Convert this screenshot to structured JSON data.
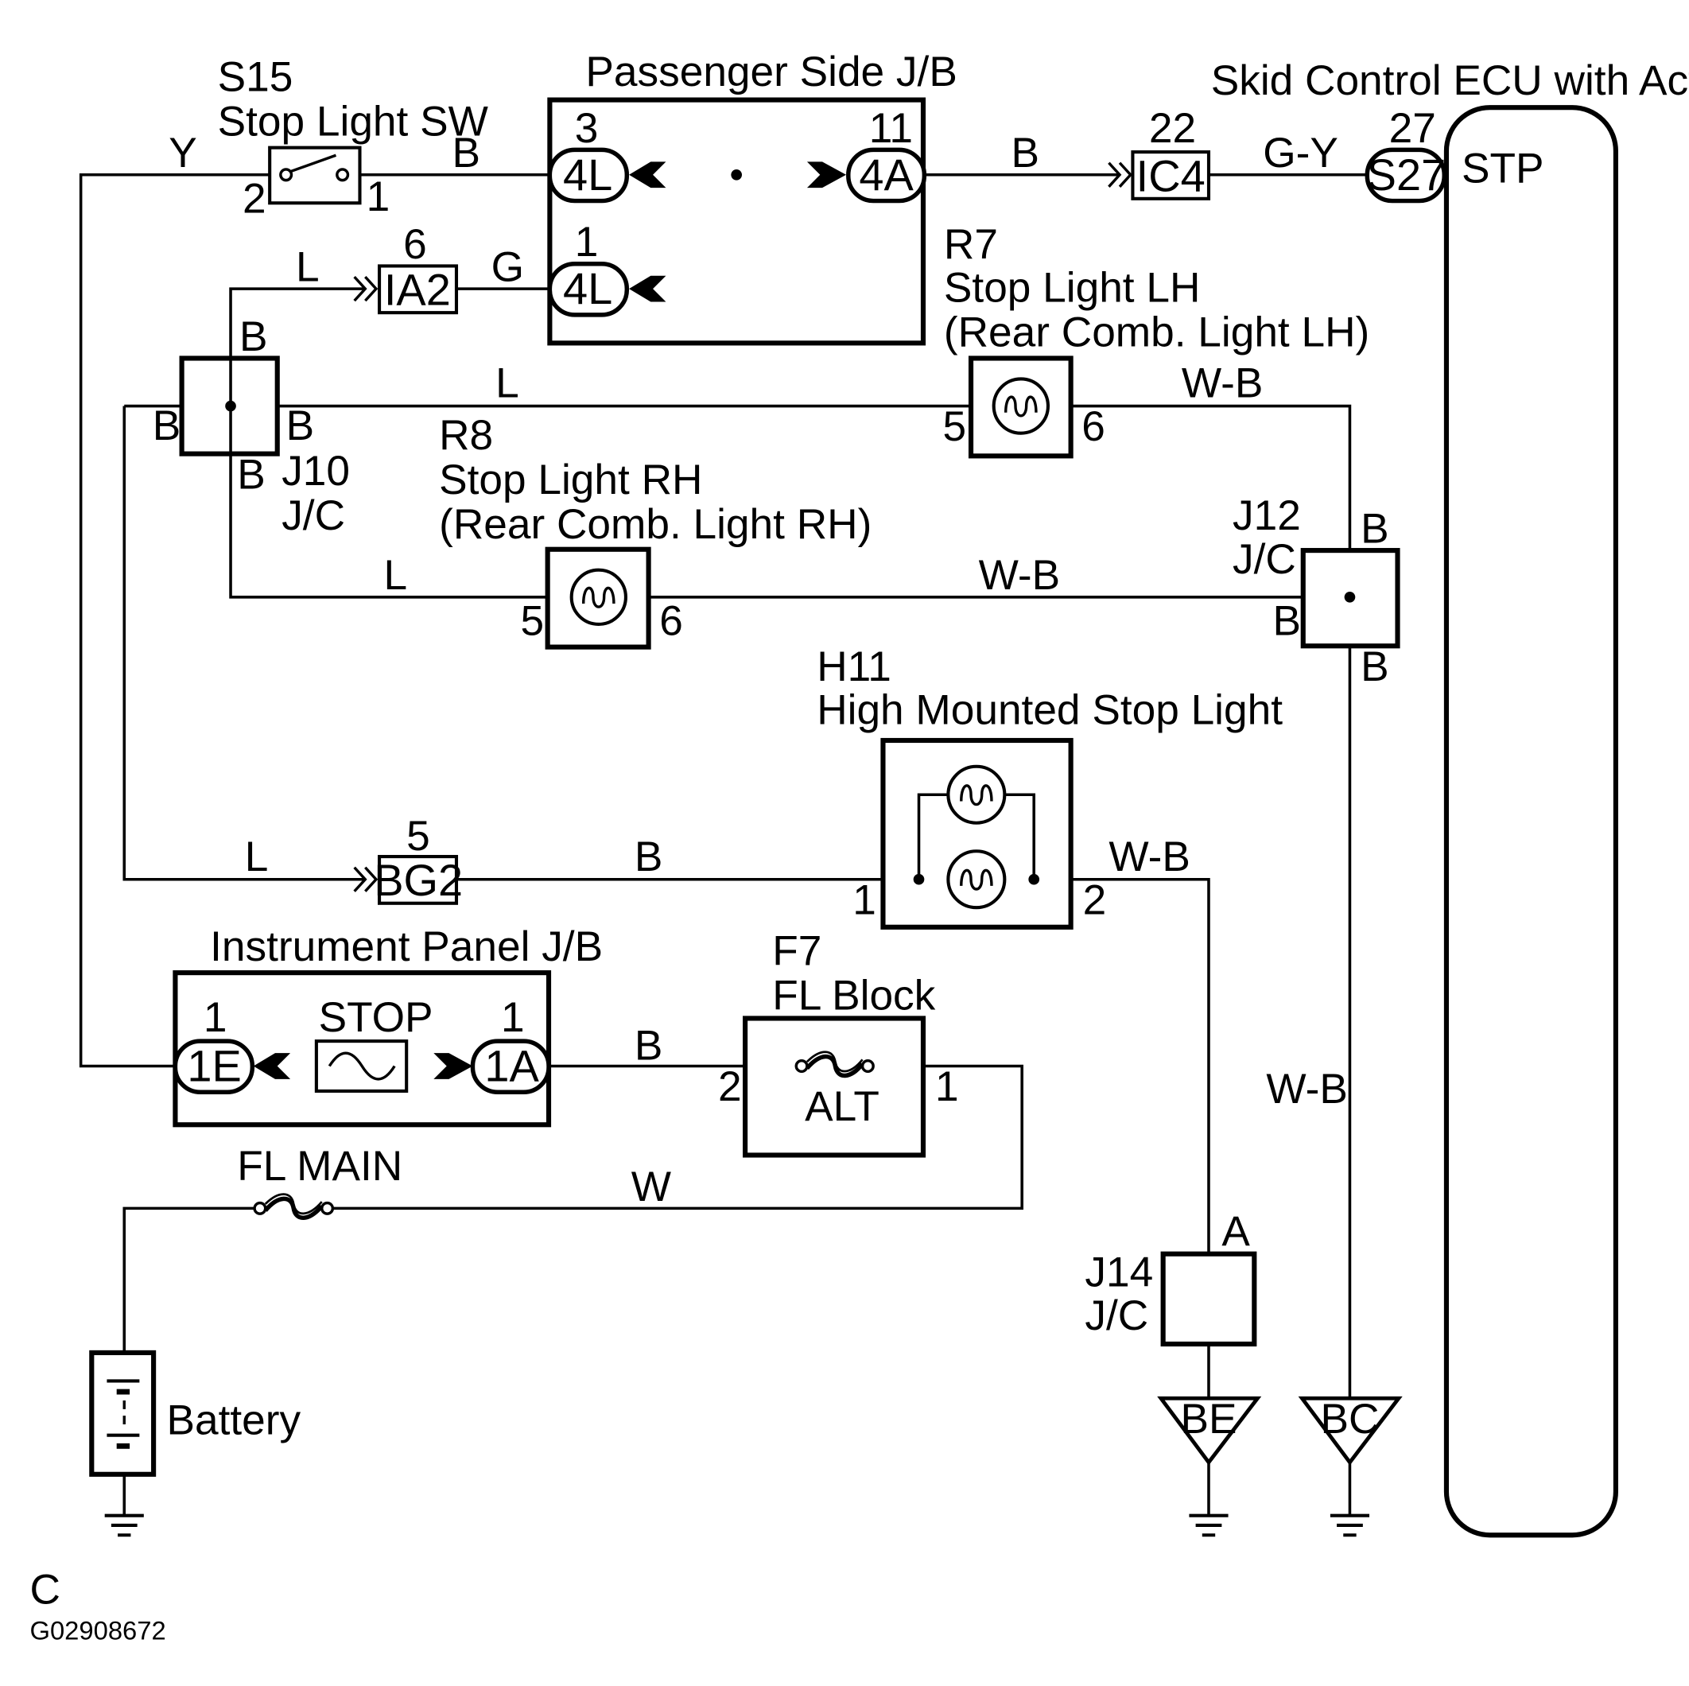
{
  "components": {
    "s15": {
      "code": "S15",
      "name": "Stop Light SW",
      "pin_left": "2",
      "pin_right": "1"
    },
    "passenger_jb": {
      "name": "Passenger Side J/B",
      "conn_top_left": {
        "label": "4L",
        "pin": "3"
      },
      "conn_top_right": {
        "label": "4A",
        "pin": "11"
      },
      "conn_bottom_left": {
        "label": "4L",
        "pin": "1"
      }
    },
    "ecu": {
      "name": "Skid Control ECU with Actuator",
      "terminal": "STP",
      "connector": {
        "label": "S27",
        "pin": "27"
      }
    },
    "ic4": {
      "label": "IC4",
      "pin": "22"
    },
    "ia2": {
      "label": "IA2",
      "pin": "6"
    },
    "r7": {
      "code": "R7",
      "name": "Stop Light LH",
      "sub": "(Rear Comb. Light LH)",
      "pin_left": "5",
      "pin_right": "6"
    },
    "r8": {
      "code": "R8",
      "name": "Stop Light RH",
      "sub": "(Rear Comb. Light RH)",
      "pin_left": "5",
      "pin_right": "6"
    },
    "j10": {
      "code": "J10",
      "type": "J/C",
      "top": "B",
      "left": "B",
      "right": "B",
      "bottom": "B"
    },
    "j12": {
      "code": "J12",
      "type": "J/C",
      "top": "B",
      "left": "B",
      "bottom": "B"
    },
    "h11": {
      "code": "H11",
      "name": "High Mounted Stop Light",
      "pin_left": "1",
      "pin_right": "2"
    },
    "bg2": {
      "label": "BG2",
      "pin": "5"
    },
    "ip_jb": {
      "name": "Instrument Panel J/B",
      "fuse": "STOP",
      "conn_left": {
        "label": "1E",
        "pin": "1"
      },
      "conn_right": {
        "label": "1A",
        "pin": "1"
      }
    },
    "f7": {
      "code": "F7",
      "name": "FL Block",
      "fuse": "ALT",
      "pin_left": "2",
      "pin_right": "1"
    },
    "fl_main": {
      "name": "FL MAIN"
    },
    "j14": {
      "code": "J14",
      "type": "J/C",
      "pin": "A"
    },
    "battery": {
      "name": "Battery"
    },
    "ground_be": {
      "label": "BE"
    },
    "ground_bc": {
      "label": "BC"
    }
  },
  "wires": {
    "y_top": "Y",
    "b_s15_jb": "B",
    "b_jb_ic4": "B",
    "gy_ic4_ecu": "G-Y",
    "l_to_ia2": "L",
    "g_ia2_jb": "G",
    "b_j10_top": "B",
    "l_to_r7": "L",
    "wb_r7": "W-B",
    "l_to_r8": "L",
    "wb_r8": "W-B",
    "l_to_bg2": "L",
    "b_bg2_h11": "B",
    "wb_h11": "W-B",
    "b_ipjb_f7": "B",
    "w_main": "W",
    "wb_to_j14": "W-B"
  },
  "footer": {
    "letter": "C",
    "figure_id": "G02908672"
  }
}
